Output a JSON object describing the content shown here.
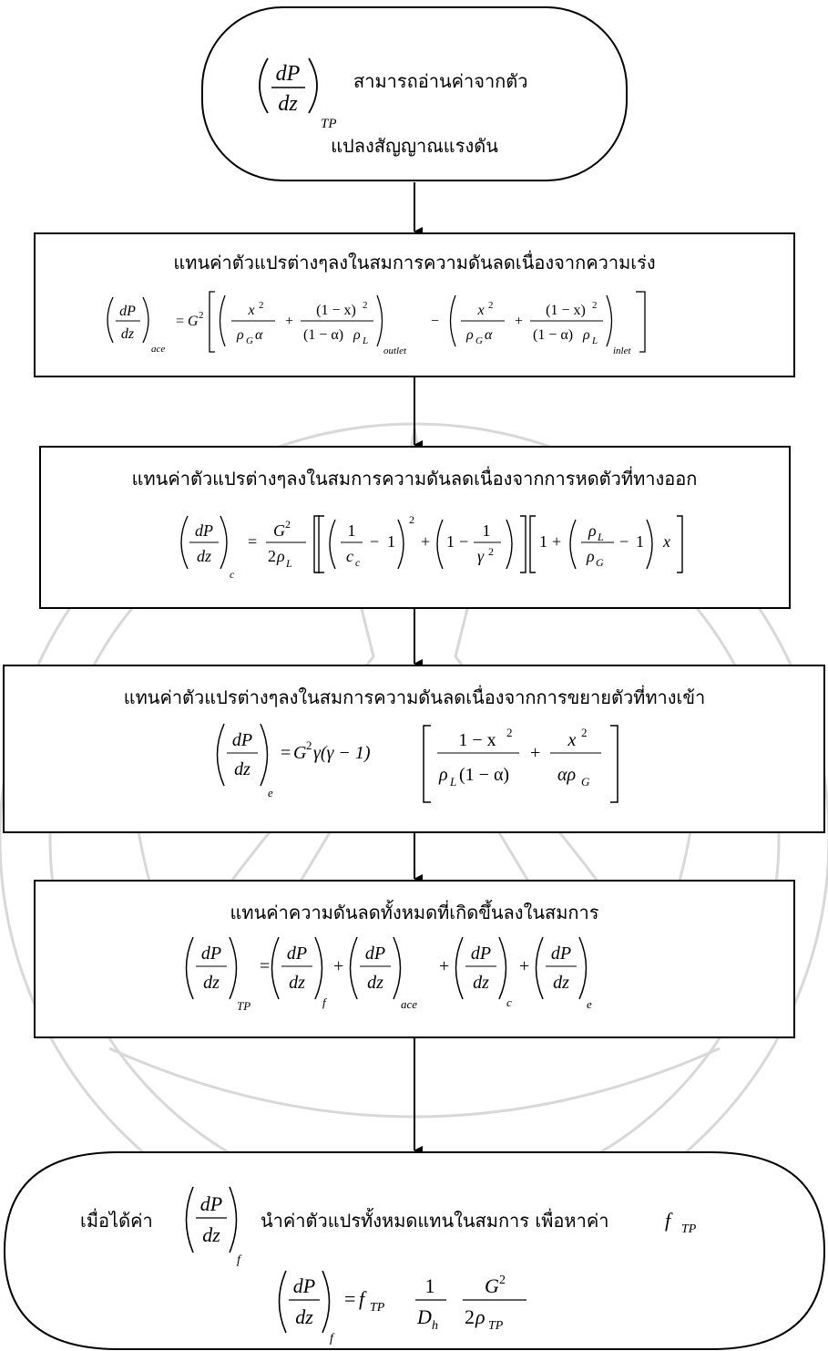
{
  "nodes": {
    "start": {
      "suffix": "สามารถอ่านค่าจากตัว",
      "line2": "แปลงสัญญาณแรงดัน"
    },
    "step_ace": {
      "text": "แทนค่าตัวแปรต่างๆลงในสมการความดันลดเนื่องจากความเร่ง"
    },
    "step_contract": {
      "text": "แทนค่าตัวแปรต่างๆลงในสมการความดันลดเนื่องจากการหดตัวที่ทางออก"
    },
    "step_expand": {
      "text": "แทนค่าตัวแปรต่างๆลงในสมการความดันลดเนื่องจากการขยายตัวที่ทางเข้า"
    },
    "step_total": {
      "text": "แทนค่าความดันลดทั้งหมดที่เกิดขึ้นลงในสมการ"
    },
    "end": {
      "prefix": "เมื่อได้ค่า",
      "middle": "นำค่าตัวแปรทั้งหมดแทนในสมการ เพื่อหาค่า"
    }
  },
  "math": {
    "dP": "dP",
    "dz": "dz",
    "sub_TP": "TP",
    "sub_ace": "ace",
    "sub_c": "c",
    "sub_e": "e",
    "sub_f": "f",
    "sub_outlet": "outlet",
    "sub_inlet": "inlet",
    "f": "f",
    "G": "G",
    "x": "x",
    "one": "1",
    "two": "2",
    "rho": "ρ",
    "alpha": "α",
    "gamma": "γ",
    "sub_G": "G",
    "sub_L": "L",
    "D": "D",
    "sub_h": "h",
    "one_minus_x": "(1 − x)",
    "one_minus_alpha": "(1 − α)",
    "cc": "c",
    "gm1": "γ(γ − 1)",
    "one_minus_x2": "1 − x",
    "alpha_rho": "αρ",
    "rho_L_open": "ρ",
    "eq": "=",
    "plus": "+",
    "minus": "−"
  },
  "colors": {
    "ink": "#000000",
    "watermark": "#d8d8d8"
  }
}
